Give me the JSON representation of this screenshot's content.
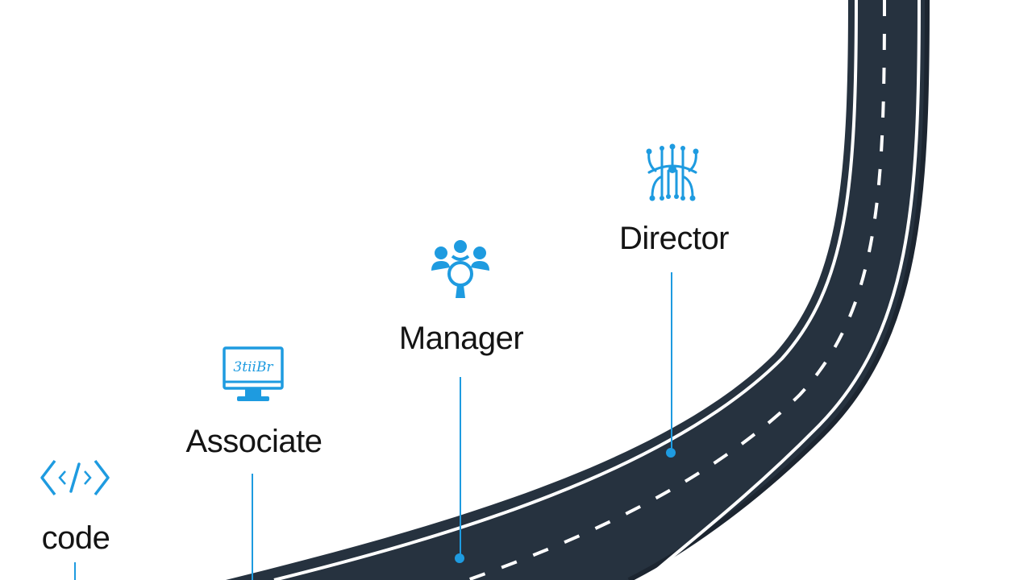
{
  "milestones": {
    "code": {
      "label": "code",
      "icon": "code-brackets-icon"
    },
    "associate": {
      "label": "Associate",
      "icon": "monitor-icon",
      "screen_text": "3tiiBr"
    },
    "manager": {
      "label": "Manager",
      "icon": "team-icon"
    },
    "director": {
      "label": "Director",
      "icon": "network-icon"
    }
  },
  "colors": {
    "road": "#26323f",
    "road_edge": "#ffffff",
    "accent": "#1e9be0",
    "text": "#141414"
  }
}
